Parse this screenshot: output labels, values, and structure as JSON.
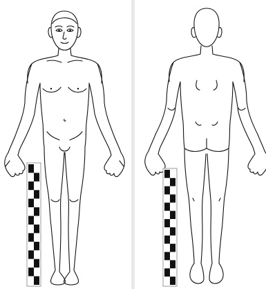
{
  "figures": [
    {
      "view": "front"
    },
    {
      "view": "back"
    }
  ],
  "scale_bar": {
    "segments": 14,
    "colors": [
      "#111111",
      "#ffffff"
    ]
  },
  "line_color": "#111111",
  "background_color": "#ffffff"
}
